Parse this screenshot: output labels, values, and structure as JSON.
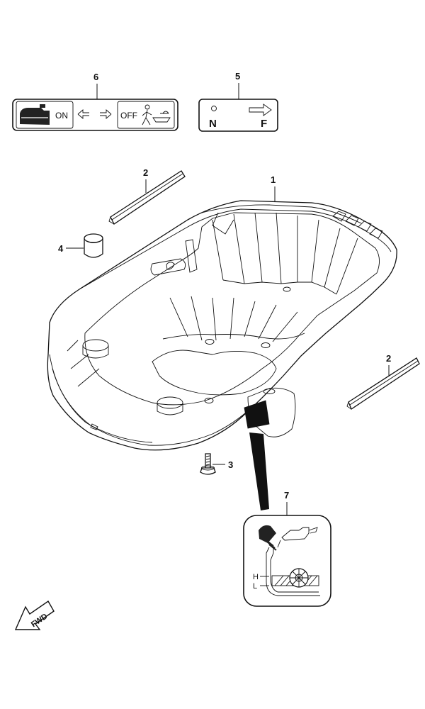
{
  "callouts": {
    "c1": "1",
    "c2a": "2",
    "c2b": "2",
    "c3": "3",
    "c4": "4",
    "c5": "5",
    "c6": "6",
    "c7": "7"
  },
  "decal6": {
    "on_label": "ON",
    "off_label": "OFF",
    "icons": [
      "fuel-tank-icon",
      "double-arrow-icon",
      "walking-person-icon"
    ]
  },
  "decal5": {
    "n_label": "N",
    "f_label": "F",
    "icons": [
      "arrow-right-icon"
    ]
  },
  "decal7": {
    "h_label": "H",
    "l_label": "L",
    "icons": [
      "oil-can-icon",
      "dipstick-icon",
      "gear-icon"
    ]
  },
  "fwd_label": "FWD"
}
